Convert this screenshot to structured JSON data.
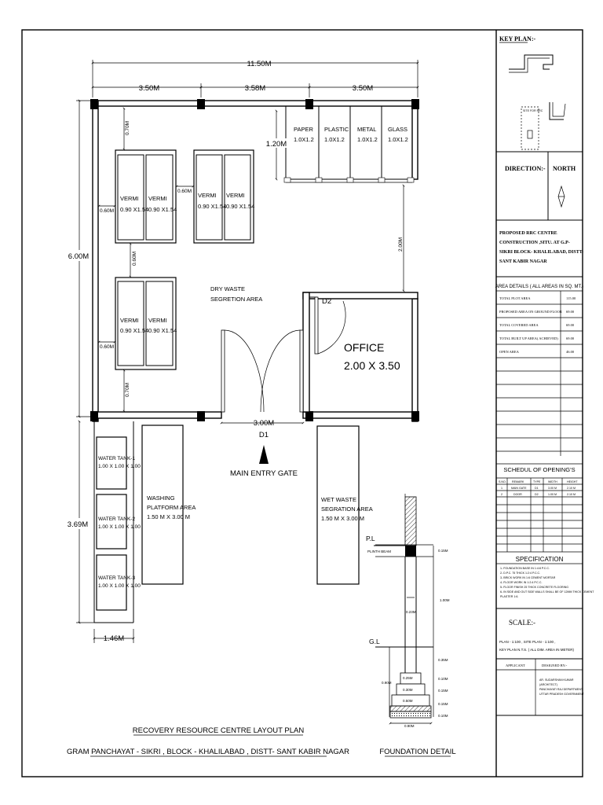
{
  "plan": {
    "overall_width": "11.50M",
    "top_dims": [
      "3.50M",
      "3.58M",
      "3.50M"
    ],
    "left_height": "6.00M",
    "bin_depth": "1.20M",
    "bins": [
      {
        "name": "PAPER",
        "size": "1.0X1.2"
      },
      {
        "name": "PLASTIC",
        "size": "1.0X1.2"
      },
      {
        "name": "METAL",
        "size": "1.0X1.2"
      },
      {
        "name": "GLASS",
        "size": "1.0X1.2"
      }
    ],
    "vermi_label": "VERMI",
    "vermi_size": "0.90 X1.54",
    "gap_070": "0.70M",
    "gap_060": "0.60M",
    "gap_200": "2.00M",
    "dry_waste_line1": "DRY WASTE",
    "dry_waste_line2": "SEGRETION AREA",
    "door_d2": "D2",
    "office_line1": "OFFICE",
    "office_line2": "2.00 X 3.50",
    "gate_width": "3.00M",
    "door_d1": "D1",
    "main_entry": "MAIN ENTRY GATE",
    "lower_height": "3.69M",
    "tanks": [
      {
        "label": "WATER TANK-1",
        "size": "1.00 X 1.00 X 1.00"
      },
      {
        "label": "WATER TANK-2",
        "size": "1.00 X 1.00 X 1.00"
      },
      {
        "label": "WATER TANK-3",
        "size": "1.00 X 1.00 X 1.00"
      }
    ],
    "tank_width": "1.46M",
    "washing_line1": "WASHING",
    "washing_line2": "PLATFORM AREA",
    "washing_line3": "1.50 M X 3.00 M",
    "wet_line1": "WET WASTE",
    "wet_line2": "SEGRATION AREA",
    "wet_line3": "1.50 M X 3.00 M",
    "title_line1": "RECOVERY RESOURCE CENTRE LAYOUT PLAN",
    "title_line2": "GRAM PANCHAYAT - SIKRI , BLOCK - KHALILABAD , DISTT- SANT KABIR NAGAR"
  },
  "foundation": {
    "title": "FOUNDATION DETAIL",
    "pl": "P.L",
    "plinth_beam": "PLINTH BEAM",
    "gl": "G.L",
    "dims_right": [
      "0.15M",
      "1.00M",
      "0.35M",
      "0.10M",
      "0.15M",
      "0.15M",
      "0.10M"
    ],
    "dim_023": "0.23M",
    "dim_depth": "0.90M",
    "footing_widths": [
      "0.25M",
      "0.30M",
      "0.50M",
      "0.90M"
    ]
  },
  "sidebar": {
    "key_plan": "KEY PLAN:-",
    "key_plan_note": "SITE FOR RRC",
    "direction": "DIRECTION:-",
    "north": "NORTH",
    "project_line1": "PROPOSED RRC CENTRE",
    "project_line2": "CONSTRUCTION ,SITU. AT G.P-",
    "project_line3": "SIKRI BLOCK- KHALILABAD, DISTT-",
    "project_line4": "SANT KABIR NAGAR",
    "area_title": "AREA DETAILS ( ALL AREAS IN SQ. MT.)",
    "area_rows": [
      {
        "label": "TOTAL PLOT AREA",
        "value": "115.00"
      },
      {
        "label": "PROPOSED AREA ON GROUND FLOOR",
        "value": "69.00"
      },
      {
        "label": "TOTAL COVERED AREA",
        "value": "69.00"
      },
      {
        "label": "TOTAL BUILT UP AREA( ACHIEVED)",
        "value": "69.00"
      },
      {
        "label": "OPEN AREA",
        "value": "46.00"
      }
    ],
    "openings_title": "SCHEDUL OF OPENING'S",
    "openings_headers": [
      "S.NO.",
      "REMARK",
      "TYPE",
      "WIDTH",
      "HEIGHT"
    ],
    "openings_rows": [
      [
        "1",
        "MAIN GATE",
        "D1",
        "3.00 M",
        "2.10 M"
      ],
      [
        "2",
        "DOOR",
        "D2",
        "1.00 M",
        "2.10 M"
      ]
    ],
    "spec_title": "SPECIFICATION",
    "spec_lines": [
      "1- FOUNDATION BASE IN 1:4:8 P.C.C.",
      "2- D.P.C. 75 THICK 1:2:4 P.C.C.",
      "3- BRICK WORK IN 1:6 CEMENT MORTAR",
      "4- FLOOR WORK IN 1:2:4 P.C.C.",
      "5- FLOOR FINISH 25 THICK CONCRETE FLOORING",
      "6- IN SIDE AND OUT SIDE WALLS SHALL BE OF 12MM THICK CEMENT",
      "   PLASTER 1:6."
    ],
    "scale_title": "SCALE:-",
    "scale_line1": "PLAN - 1:100 ,  SITE PLAN - 1:100 ,",
    "scale_line2": "KEY PLAN N.T.S. ( ALL DIM. AREA IN METER)",
    "applicant": "APPLICANT",
    "designed_by": "DESIGNED BY:-",
    "designer_lines": [
      "AR. SUDARSHAN KUMAR",
      "(ARCHITECT)",
      "PANCHAYATI RAJ DEPARTMENT",
      "UTTAR PRADESH GOVERNMENT"
    ]
  }
}
